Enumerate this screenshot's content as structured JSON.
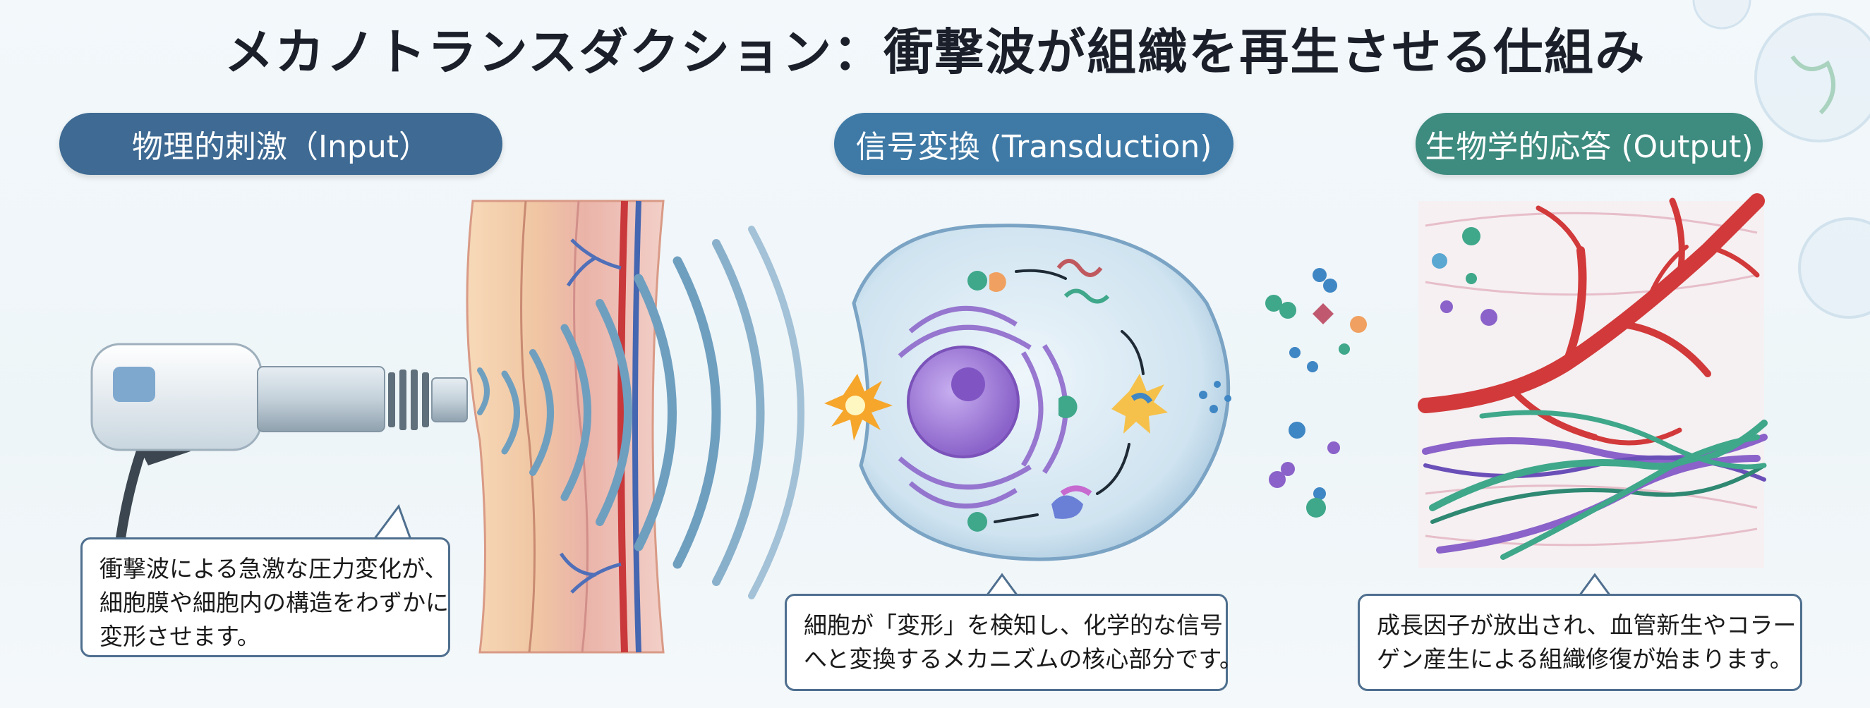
{
  "title": "メカノトランスダクション：衝撃波が組織を再生させる仕組み",
  "stages": {
    "input": {
      "label": "物理的刺激（Input）",
      "description": [
        "衝撃波による急激な圧力変化が、",
        "細胞膜や細胞内の構造をわずかに",
        "変形させます。"
      ]
    },
    "transduction": {
      "label": "信号変換 (Transduction)",
      "description": [
        "細胞が「変形」を検知し、化学的な信号",
        "へと変換するメカニズムの核心部分です。"
      ]
    },
    "output": {
      "label": "生物学的応答 (Output)",
      "description": [
        "成長因子が放出され、血管新生やコラー",
        "ゲン産生による組織修復が始まります。"
      ]
    }
  },
  "icons": {
    "device": "shockwave-device-icon",
    "tissue": "skin-tissue-icon",
    "waves": "shockwave-icon",
    "cell": "cell-icon",
    "molecules": "growth-factor-icon",
    "repair": "vessel-collagen-icon"
  },
  "colors": {
    "input": "#3e6a93",
    "transduction": "#3f7aa6",
    "output": "#3e8b7f",
    "wave": "#6f9fbf",
    "vessel": "#d2393a",
    "nucleus": "#9a74d6"
  }
}
